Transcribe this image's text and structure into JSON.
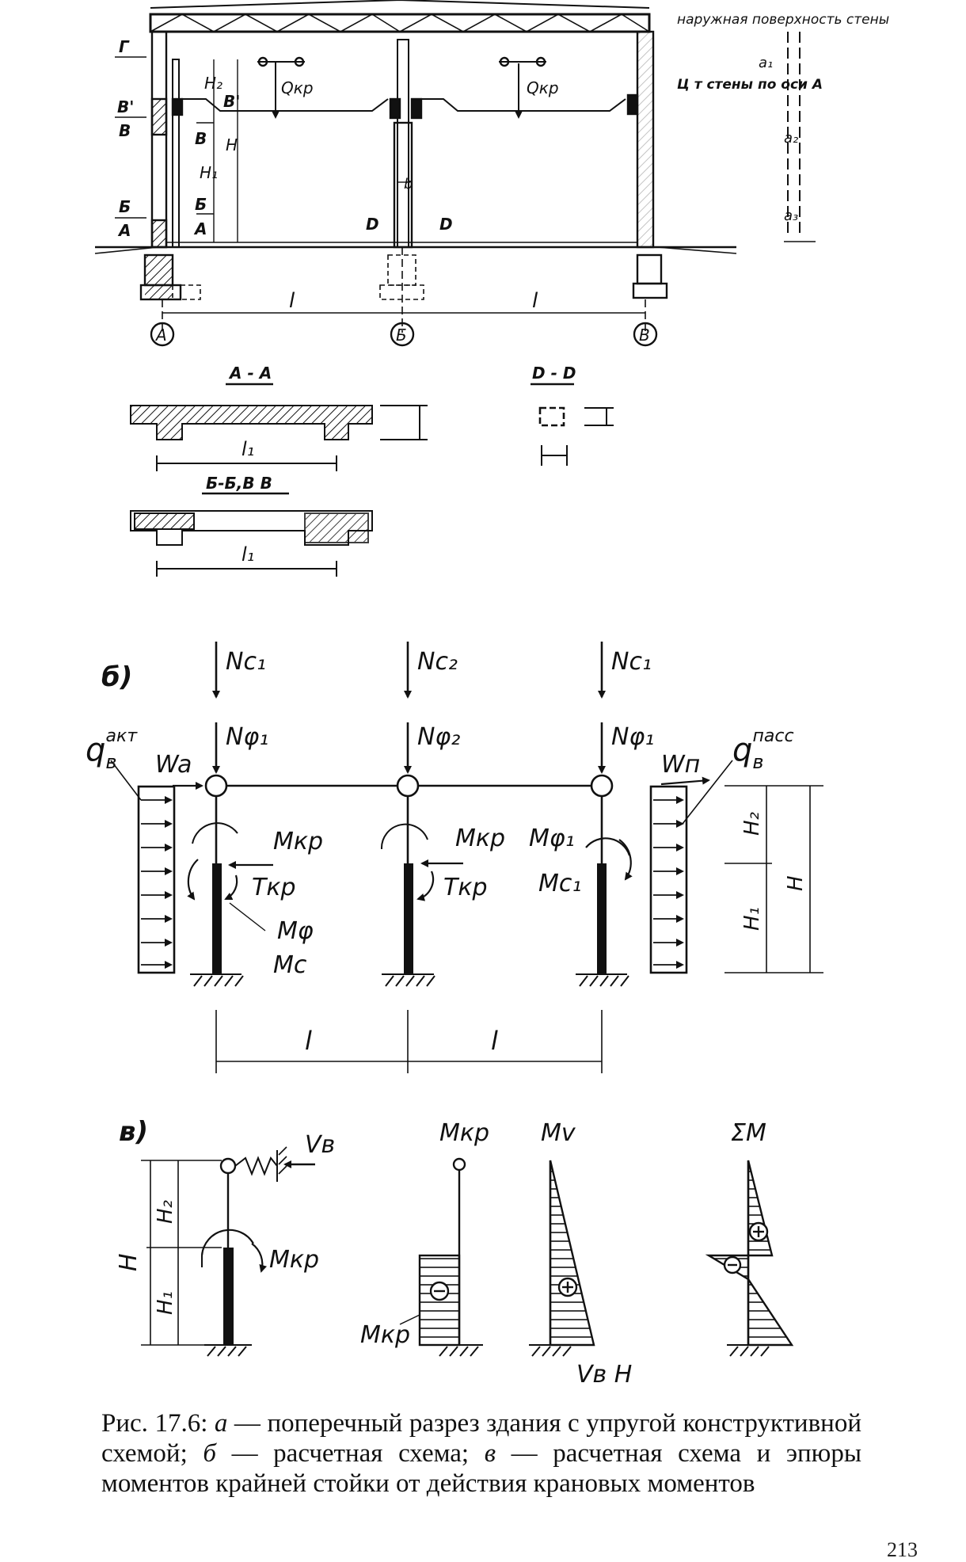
{
  "part_a": {
    "sections": {
      "aa": "А - А",
      "dd": "D - D",
      "bb_vv": "Б-Б,В В"
    },
    "axes": [
      "А",
      "Б",
      "В"
    ],
    "span": "l",
    "section_span": "l₁",
    "level_marks_left": [
      "Г",
      "В'",
      "В",
      "Б",
      "А"
    ],
    "level_marks_inner": [
      "В'",
      "В",
      "Б",
      "А"
    ],
    "height_labels": [
      "H₂",
      "H",
      "H₁"
    ],
    "crane_load": "Qкр",
    "column_width": "b",
    "cut_marks": [
      "D",
      "D"
    ],
    "wall_note_1": "наружная поверхность стены",
    "wall_note_2": "Ц т стены по оси А",
    "offsets": [
      "a₁",
      "a₂",
      "a₃"
    ]
  },
  "part_b": {
    "panel_label": "б)",
    "top_loads": [
      "Nc₁",
      "Nc₂",
      "Nc₁"
    ],
    "column_loads": [
      "Nφ₁",
      "Nφ₂",
      "Nφ₁"
    ],
    "earth_active": "q",
    "earth_active_sub": "в",
    "earth_active_sup": "акт",
    "earth_passive": "q",
    "earth_passive_sub": "в",
    "earth_passive_sup": "пасс",
    "wind_left": "Wa",
    "wind_right": "Wп",
    "m_crane": "Мкр",
    "t_crane": "Ткр",
    "m_phi": "Мφ",
    "m_c": "Мс",
    "m_phi1": "Мφ₁",
    "m_c1": "Мс₁",
    "dims": [
      "H₂",
      "H₁",
      "H"
    ],
    "spans": [
      "l",
      "l"
    ]
  },
  "part_v": {
    "panel_label": "в)",
    "reaction": "Vв",
    "m_crane": "Мкр",
    "dims": [
      "H",
      "H₂",
      "H₁"
    ],
    "diagram_titles": [
      "Мкр",
      "Мv",
      "ΣМ"
    ],
    "m_crane_bottom": "Мкр",
    "reaction_h": "Vв H",
    "sign_minus": "−",
    "sign_plus": "+"
  },
  "caption": {
    "fig_no": "Рис. 17.6:",
    "a_letter": "а",
    "a_text": " — поперечный разрез здания с упругой кон­структивной схемой; ",
    "b_letter": "б",
    "b_text": " — расчетная схема; ",
    "v_letter": "в",
    "v_text": " — расчет­ная схема и эпюры моментов крайней стойки от дей­ствия крановых моментов"
  },
  "page_number": "213"
}
